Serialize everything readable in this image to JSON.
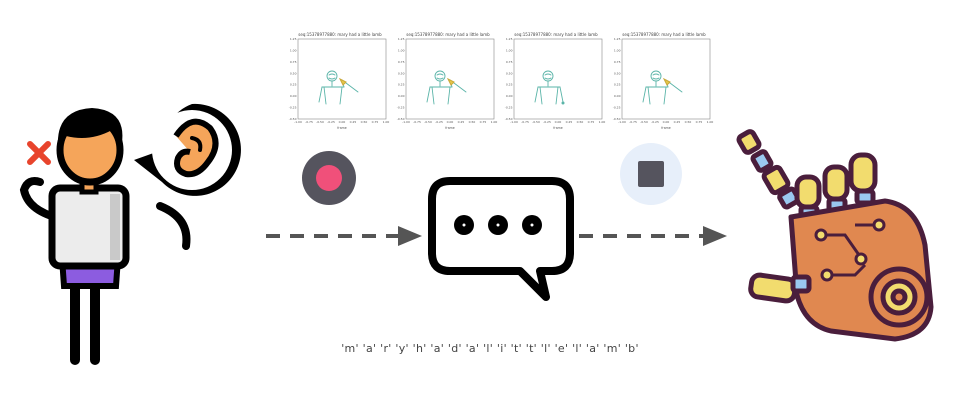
{
  "plots": [
    {
      "title": "seq:15378977880: mary had a little lamb",
      "xlabel": "frame",
      "pose": "raised"
    },
    {
      "title": "seq:15378977880: mary had a little lamb",
      "xlabel": "frame",
      "pose": "raised"
    },
    {
      "title": "seq:15378977880: mary had a little lamb",
      "xlabel": "frame",
      "pose": "down"
    },
    {
      "title": "seq:15378977880: mary had a little lamb",
      "xlabel": "frame",
      "pose": "raised"
    }
  ],
  "y_ticks": [
    "1.25",
    "1.00",
    "0.75",
    "0.50",
    "0.25",
    "0.00",
    "-0.25",
    "-0.50"
  ],
  "x_ticks": [
    "-1.00",
    "-0.75",
    "-0.50",
    "-0.25",
    "0.00",
    "0.25",
    "0.50",
    "0.75",
    "1.00"
  ],
  "caption": "'m' 'a' 'r' 'y'  'h' 'a' 'd'  'a'  'l' 'i' 't' 't' 'l' 'e'  'l' 'a' 'm' 'b'",
  "colors": {
    "record": "#f0507a",
    "record_bg": "#55545e",
    "stop": "#55545e",
    "stop_bg": "#e7effa",
    "arrow": "#555555",
    "skin": "#f5a55a",
    "robot_body": "#e08850",
    "robot_outline": "#4a1e3c",
    "robot_accent": "#f2dc6e",
    "robot_joint": "#9ac8f0"
  }
}
